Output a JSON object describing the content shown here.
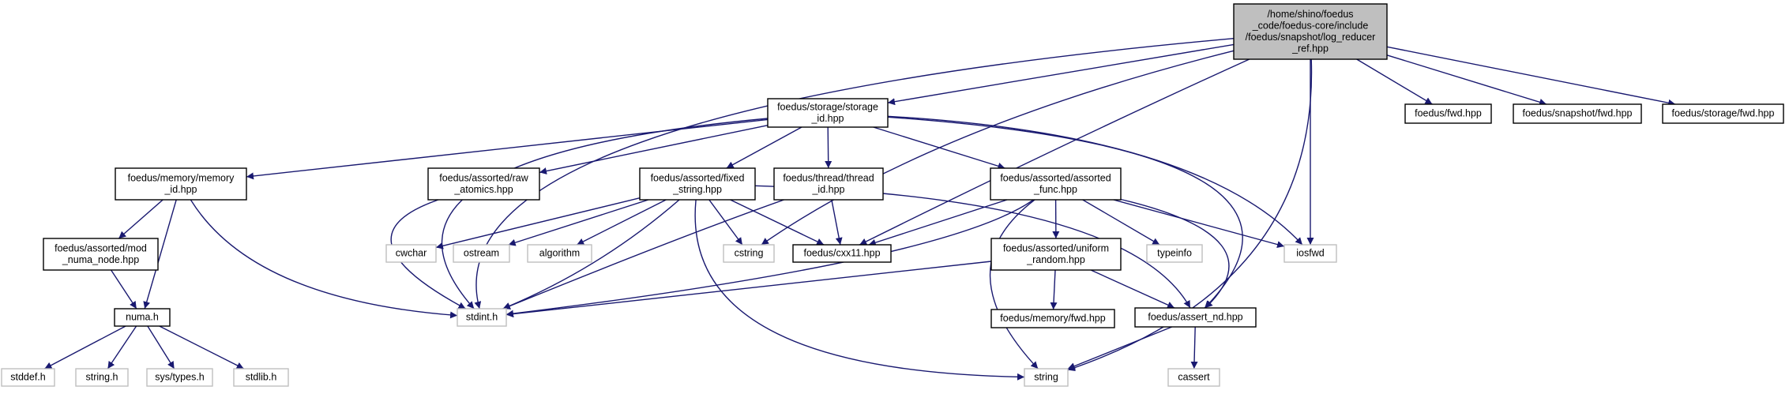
{
  "colors": {
    "edge": "#191970",
    "node_border": "#000000",
    "external_border": "#bfbfbf",
    "root_fill": "#bfbfbf",
    "node_fill": "#ffffff",
    "text": "#000000"
  },
  "nodes": [
    {
      "id": "root",
      "kind": "root",
      "lines": [
        "/home/shino/foedus",
        "_code/foedus-core/include",
        "/foedus/snapshot/log_reducer",
        "_ref.hpp"
      ]
    },
    {
      "id": "storage_id",
      "kind": "local",
      "lines": [
        "foedus/storage/storage",
        "_id.hpp"
      ]
    },
    {
      "id": "fwd",
      "kind": "local",
      "lines": [
        "foedus/fwd.hpp"
      ]
    },
    {
      "id": "snapshot_fwd",
      "kind": "local",
      "lines": [
        "foedus/snapshot/fwd.hpp"
      ]
    },
    {
      "id": "storage_fwd",
      "kind": "local",
      "lines": [
        "foedus/storage/fwd.hpp"
      ]
    },
    {
      "id": "memory_id",
      "kind": "local",
      "lines": [
        "foedus/memory/memory",
        "_id.hpp"
      ]
    },
    {
      "id": "raw_atomics",
      "kind": "local",
      "lines": [
        "foedus/assorted/raw",
        "_atomics.hpp"
      ]
    },
    {
      "id": "fixed_string",
      "kind": "local",
      "lines": [
        "foedus/assorted/fixed",
        "_string.hpp"
      ]
    },
    {
      "id": "thread_id",
      "kind": "local",
      "lines": [
        "foedus/thread/thread",
        "_id.hpp"
      ]
    },
    {
      "id": "assorted_func",
      "kind": "local",
      "lines": [
        "foedus/assorted/assorted",
        "_func.hpp"
      ]
    },
    {
      "id": "mod_numa",
      "kind": "local",
      "lines": [
        "foedus/assorted/mod",
        "_numa_node.hpp"
      ]
    },
    {
      "id": "cwchar",
      "kind": "external",
      "lines": [
        "cwchar"
      ]
    },
    {
      "id": "ostream",
      "kind": "external",
      "lines": [
        "ostream"
      ]
    },
    {
      "id": "algorithm",
      "kind": "external",
      "lines": [
        "algorithm"
      ]
    },
    {
      "id": "cstring",
      "kind": "external",
      "lines": [
        "cstring"
      ]
    },
    {
      "id": "cxx11",
      "kind": "local",
      "lines": [
        "foedus/cxx11.hpp"
      ]
    },
    {
      "id": "typeinfo",
      "kind": "external",
      "lines": [
        "typeinfo"
      ]
    },
    {
      "id": "iosfwd",
      "kind": "external",
      "lines": [
        "iosfwd"
      ]
    },
    {
      "id": "uniform_random",
      "kind": "local",
      "lines": [
        "foedus/assorted/uniform",
        "_random.hpp"
      ]
    },
    {
      "id": "numa",
      "kind": "local",
      "lines": [
        "numa.h"
      ]
    },
    {
      "id": "stdint",
      "kind": "external",
      "lines": [
        "stdint.h"
      ]
    },
    {
      "id": "memory_fwd",
      "kind": "local",
      "lines": [
        "foedus/memory/fwd.hpp"
      ]
    },
    {
      "id": "assert_nd",
      "kind": "local",
      "lines": [
        "foedus/assert_nd.hpp"
      ]
    },
    {
      "id": "stddef",
      "kind": "external",
      "lines": [
        "stddef.h"
      ]
    },
    {
      "id": "string_h",
      "kind": "external",
      "lines": [
        "string.h"
      ]
    },
    {
      "id": "sys_types",
      "kind": "external",
      "lines": [
        "sys/types.h"
      ]
    },
    {
      "id": "stdlib",
      "kind": "external",
      "lines": [
        "stdlib.h"
      ]
    },
    {
      "id": "string",
      "kind": "external",
      "lines": [
        "string"
      ]
    },
    {
      "id": "cassert",
      "kind": "external",
      "lines": [
        "cassert"
      ]
    }
  ],
  "edges": [
    [
      "root",
      "storage_id"
    ],
    [
      "root",
      "fwd"
    ],
    [
      "root",
      "snapshot_fwd"
    ],
    [
      "root",
      "storage_fwd"
    ],
    [
      "root",
      "stdint"
    ],
    [
      "root",
      "cstring"
    ],
    [
      "root",
      "cxx11"
    ],
    [
      "root",
      "iosfwd"
    ],
    [
      "root",
      "string"
    ],
    [
      "storage_id",
      "memory_id"
    ],
    [
      "storage_id",
      "raw_atomics"
    ],
    [
      "storage_id",
      "fixed_string"
    ],
    [
      "storage_id",
      "thread_id"
    ],
    [
      "storage_id",
      "assorted_func"
    ],
    [
      "storage_id",
      "stdint"
    ],
    [
      "storage_id",
      "iosfwd"
    ],
    [
      "storage_id",
      "assert_nd"
    ],
    [
      "memory_id",
      "mod_numa"
    ],
    [
      "memory_id",
      "numa"
    ],
    [
      "memory_id",
      "stdint"
    ],
    [
      "mod_numa",
      "numa"
    ],
    [
      "numa",
      "stddef"
    ],
    [
      "numa",
      "string_h"
    ],
    [
      "numa",
      "sys_types"
    ],
    [
      "numa",
      "stdlib"
    ],
    [
      "raw_atomics",
      "stdint"
    ],
    [
      "fixed_string",
      "cwchar"
    ],
    [
      "fixed_string",
      "ostream"
    ],
    [
      "fixed_string",
      "algorithm"
    ],
    [
      "fixed_string",
      "cstring"
    ],
    [
      "fixed_string",
      "cxx11"
    ],
    [
      "fixed_string",
      "stdint"
    ],
    [
      "fixed_string",
      "string"
    ],
    [
      "fixed_string",
      "assert_nd"
    ],
    [
      "thread_id",
      "cxx11"
    ],
    [
      "thread_id",
      "stdint"
    ],
    [
      "assorted_func",
      "cxx11"
    ],
    [
      "assorted_func",
      "uniform_random"
    ],
    [
      "assorted_func",
      "typeinfo"
    ],
    [
      "assorted_func",
      "iosfwd"
    ],
    [
      "assorted_func",
      "assert_nd"
    ],
    [
      "assorted_func",
      "stdint"
    ],
    [
      "assorted_func",
      "string"
    ],
    [
      "uniform_random",
      "memory_fwd"
    ],
    [
      "uniform_random",
      "assert_nd"
    ],
    [
      "uniform_random",
      "stdint"
    ],
    [
      "assert_nd",
      "cassert"
    ],
    [
      "assert_nd",
      "string"
    ]
  ]
}
